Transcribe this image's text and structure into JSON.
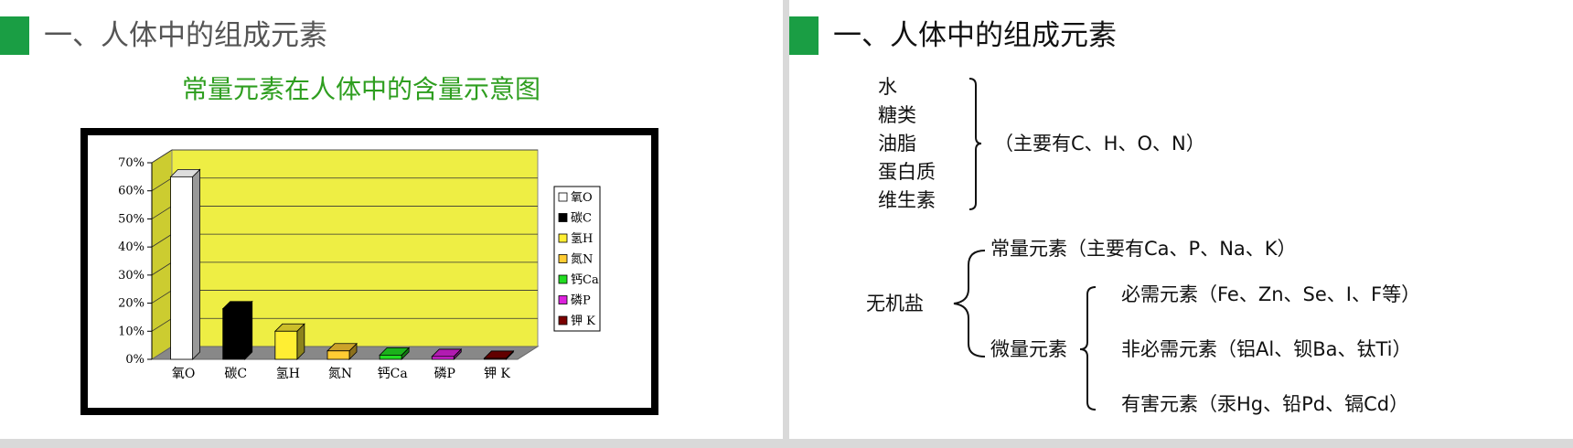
{
  "left": {
    "heading": "一、人体中的组成元素",
    "chart_title": "常量元素在人体中的含量示意图"
  },
  "right": {
    "heading": "一、人体中的组成元素",
    "organic_items": [
      "水",
      "糖类",
      "油脂",
      "蛋白质",
      "维生素"
    ],
    "organic_note": "（主要有C、H、O、N）",
    "inorganic_label": "无机盐",
    "macro_text": "常量元素（主要有Ca、P、Na、K）",
    "micro_label": "微量元素",
    "essential": "必需元素（Fe、Zn、Se、I、F等）",
    "nonessential": "非必需元素（铝Al、钡Ba、钛Ti）",
    "harmful": "有害元素（汞Hg、铅Pd、镉Cd）"
  },
  "colors": {
    "accent": "#1a9e44",
    "chart_title": "#2e9e1f",
    "wall": "#eeee44"
  },
  "chart_data": {
    "type": "bar",
    "title": "常量元素在人体中的含量示意图",
    "categories": [
      "氧O",
      "碳C",
      "氢H",
      "氮N",
      "钙Ca",
      "磷P",
      "钾 K"
    ],
    "values": [
      65,
      18,
      10,
      3,
      1.5,
      1,
      0.35
    ],
    "colors": [
      "#ffffff",
      "#000000",
      "#ffee33",
      "#ffcc33",
      "#22dd22",
      "#dd22dd",
      "#7a0000"
    ],
    "yticks": [
      "0%",
      "10%",
      "20%",
      "30%",
      "40%",
      "50%",
      "60%",
      "70%"
    ],
    "ylim": [
      0,
      70
    ],
    "legend": [
      "氧O",
      "碳C",
      "氢H",
      "氮N",
      "钙Ca",
      "磷P",
      "钾 K"
    ],
    "legend_position": "right",
    "grid": true
  }
}
